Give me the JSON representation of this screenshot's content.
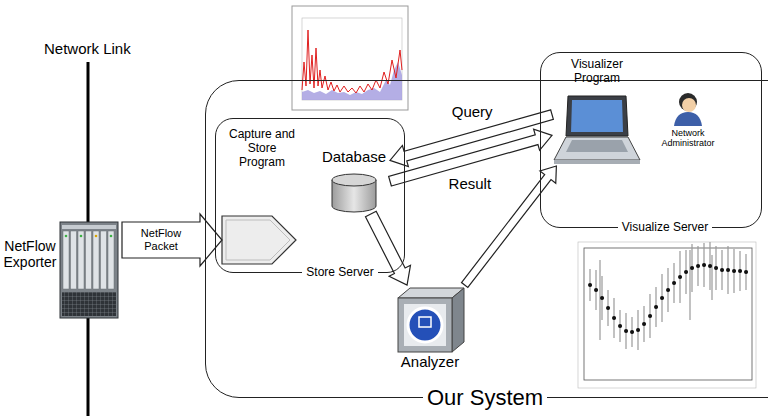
{
  "diagram": {
    "nodes": [
      {
        "text": [
          "NetFlow Exporter"
        ]
      },
      {
        "text": [
          "Our System"
        ]
      },
      {
        "text": [
          "Store Server"
        ],
        "in": 1
      },
      {
        "text": [
          "Capture and Store Program"
        ],
        "in": 2
      },
      {
        "text": [
          "Database"
        ],
        "in": 2
      },
      {
        "text": [
          "Visualize Server"
        ],
        "in": 1
      },
      {
        "text": [
          "Visualizer Program"
        ],
        "in": 5
      },
      {
        "text": [
          "Network Administrator"
        ],
        "in": 5
      },
      {
        "text": [
          "Analyzer"
        ],
        "in": 1
      }
    ],
    "edges": [
      {
        "from": 0,
        "to": 3,
        "arrow": "to",
        "label": "NetFlow Packet"
      },
      {
        "from": 6,
        "to": 4,
        "arrow": "to",
        "label": "Query"
      },
      {
        "from": 4,
        "to": 6,
        "arrow": "to",
        "label": "Result"
      },
      {
        "from": 4,
        "to": 8,
        "arrow": "to"
      },
      {
        "from": 8,
        "to": 6,
        "arrow": "to"
      }
    ],
    "labels": [
      "Network Link"
    ]
  }
}
